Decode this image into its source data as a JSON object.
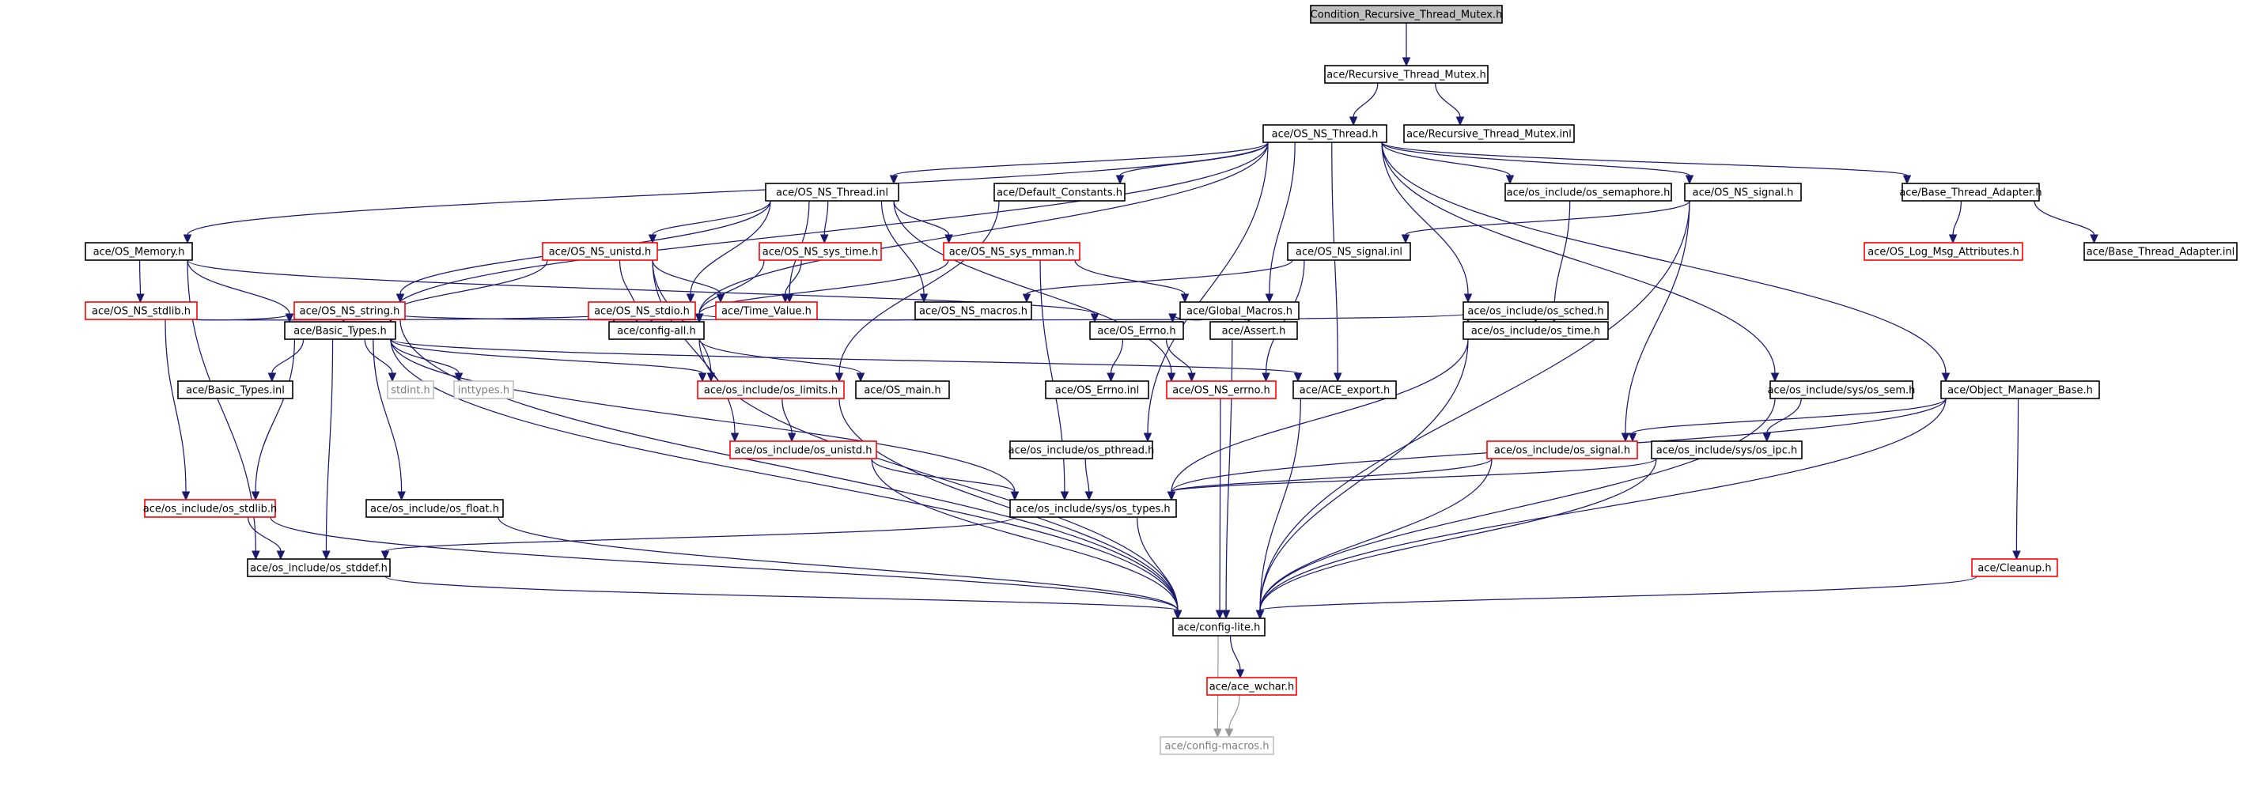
{
  "colors": {
    "edge": "#191970",
    "edge_light": "#9a9a9a",
    "box_black": "#000000",
    "box_red": "#ff0000",
    "box_gray": "#bfbfbf",
    "root_fill": "#bfbfbf"
  },
  "nodes": [
    {
      "id": "root",
      "label": "Condition_Recursive_Thread_Mutex.h",
      "kind": "root"
    },
    {
      "id": "rtm",
      "label": "ace/Recursive_Thread_Mutex.h",
      "kind": "black"
    },
    {
      "id": "nsthread",
      "label": "ace/OS_NS_Thread.h",
      "kind": "black"
    },
    {
      "id": "rtminl",
      "label": "ace/Recursive_Thread_Mutex.inl",
      "kind": "black"
    },
    {
      "id": "nsthreadinl",
      "label": "ace/OS_NS_Thread.inl",
      "kind": "black"
    },
    {
      "id": "defconst",
      "label": "ace/Default_Constants.h",
      "kind": "black"
    },
    {
      "id": "ossem",
      "label": "ace/os_include/os_semaphore.h",
      "kind": "black"
    },
    {
      "id": "nssignal",
      "label": "ace/OS_NS_signal.h",
      "kind": "black"
    },
    {
      "id": "bta",
      "label": "ace/Base_Thread_Adapter.h",
      "kind": "black"
    },
    {
      "id": "osmemory",
      "label": "ace/OS_Memory.h",
      "kind": "black"
    },
    {
      "id": "nsunistd",
      "label": "ace/OS_NS_unistd.h",
      "kind": "red"
    },
    {
      "id": "nssystime",
      "label": "ace/OS_NS_sys_time.h",
      "kind": "red"
    },
    {
      "id": "nssysmman",
      "label": "ace/OS_NS_sys_mman.h",
      "kind": "red"
    },
    {
      "id": "nssignalinl",
      "label": "ace/OS_NS_signal.inl",
      "kind": "black"
    },
    {
      "id": "logmsg",
      "label": "ace/OS_Log_Msg_Attributes.h",
      "kind": "red"
    },
    {
      "id": "btainl",
      "label": "ace/Base_Thread_Adapter.inl",
      "kind": "black"
    },
    {
      "id": "nsstdlib",
      "label": "ace/OS_NS_stdlib.h",
      "kind": "red"
    },
    {
      "id": "nsstring",
      "label": "ace/OS_NS_string.h",
      "kind": "red"
    },
    {
      "id": "nsstdio",
      "label": "ace/OS_NS_stdio.h",
      "kind": "red"
    },
    {
      "id": "timevalue",
      "label": "ace/Time_Value.h",
      "kind": "red"
    },
    {
      "id": "nsmacros",
      "label": "ace/OS_NS_macros.h",
      "kind": "black"
    },
    {
      "id": "globalmacros",
      "label": "ace/Global_Macros.h",
      "kind": "black"
    },
    {
      "id": "ossched",
      "label": "ace/os_include/os_sched.h",
      "kind": "black"
    },
    {
      "id": "basictypes",
      "label": "ace/Basic_Types.h",
      "kind": "black"
    },
    {
      "id": "configall",
      "label": "ace/config-all.h",
      "kind": "black"
    },
    {
      "id": "oserrno",
      "label": "ace/OS_Errno.h",
      "kind": "black"
    },
    {
      "id": "assert",
      "label": "ace/Assert.h",
      "kind": "black"
    },
    {
      "id": "ostime",
      "label": "ace/os_include/os_time.h",
      "kind": "black"
    },
    {
      "id": "basictypesinl",
      "label": "ace/Basic_Types.inl",
      "kind": "black"
    },
    {
      "id": "stdint",
      "label": "stdint.h",
      "kind": "gray"
    },
    {
      "id": "inttypes",
      "label": "inttypes.h",
      "kind": "gray"
    },
    {
      "id": "oslimits",
      "label": "ace/os_include/os_limits.h",
      "kind": "red"
    },
    {
      "id": "osmain",
      "label": "ace/OS_main.h",
      "kind": "black"
    },
    {
      "id": "oserrnoinl",
      "label": "ace/OS_Errno.inl",
      "kind": "black"
    },
    {
      "id": "nserrno",
      "label": "ace/OS_NS_errno.h",
      "kind": "red"
    },
    {
      "id": "aceexport",
      "label": "ace/ACE_export.h",
      "kind": "black"
    },
    {
      "id": "syssem",
      "label": "ace/os_include/sys/os_sem.h",
      "kind": "black"
    },
    {
      "id": "omb",
      "label": "ace/Object_Manager_Base.h",
      "kind": "black"
    },
    {
      "id": "osunistd",
      "label": "ace/os_include/os_unistd.h",
      "kind": "red"
    },
    {
      "id": "ospthread",
      "label": "ace/os_include/os_pthread.h",
      "kind": "black"
    },
    {
      "id": "ossignal",
      "label": "ace/os_include/os_signal.h",
      "kind": "red"
    },
    {
      "id": "sysipc",
      "label": "ace/os_include/sys/os_ipc.h",
      "kind": "black"
    },
    {
      "id": "osstdlib",
      "label": "ace/os_include/os_stdlib.h",
      "kind": "red"
    },
    {
      "id": "osfloat",
      "label": "ace/os_include/os_float.h",
      "kind": "black"
    },
    {
      "id": "systypes",
      "label": "ace/os_include/sys/os_types.h",
      "kind": "black"
    },
    {
      "id": "osstddef",
      "label": "ace/os_include/os_stddef.h",
      "kind": "black"
    },
    {
      "id": "cleanup",
      "label": "ace/Cleanup.h",
      "kind": "red"
    },
    {
      "id": "configlite",
      "label": "ace/config-lite.h",
      "kind": "black"
    },
    {
      "id": "acewchar",
      "label": "ace/ace_wchar.h",
      "kind": "red"
    },
    {
      "id": "configmacros",
      "label": "ace/config-macros.h",
      "kind": "gray"
    }
  ],
  "edges": [
    [
      "root",
      "rtm"
    ],
    [
      "rtm",
      "nsthread"
    ],
    [
      "rtm",
      "rtminl"
    ],
    [
      "nsthread",
      "nsthreadinl"
    ],
    [
      "nsthread",
      "defconst"
    ],
    [
      "nsthread",
      "ossem"
    ],
    [
      "nsthread",
      "nssignal"
    ],
    [
      "nsthread",
      "bta"
    ],
    [
      "nsthread",
      "osmemory"
    ],
    [
      "nsthread",
      "basictypes"
    ],
    [
      "nsthread",
      "configall"
    ],
    [
      "nsthread",
      "globalmacros"
    ],
    [
      "nsthread",
      "ossched"
    ],
    [
      "nsthread",
      "ospthread"
    ],
    [
      "nsthread",
      "aceexport"
    ],
    [
      "nsthread",
      "syssem"
    ],
    [
      "nsthread",
      "omb"
    ],
    [
      "nsthreadinl",
      "nsunistd"
    ],
    [
      "nsthreadinl",
      "nssystime"
    ],
    [
      "nsthreadinl",
      "nssysmman"
    ],
    [
      "nsthreadinl",
      "nsstring"
    ],
    [
      "nsthreadinl",
      "nsstdio"
    ],
    [
      "nsthreadinl",
      "timevalue"
    ],
    [
      "nsthreadinl",
      "nsmacros"
    ],
    [
      "nsthreadinl",
      "nserrno"
    ],
    [
      "defconst",
      "oslimits"
    ],
    [
      "ossem",
      "ostime"
    ],
    [
      "nssignal",
      "nssignalinl"
    ],
    [
      "nssignal",
      "ossignal"
    ],
    [
      "nssignal",
      "configlite"
    ],
    [
      "bta",
      "logmsg"
    ],
    [
      "bta",
      "btainl"
    ],
    [
      "osmemory",
      "nsstdlib"
    ],
    [
      "osmemory",
      "basictypes"
    ],
    [
      "osmemory",
      "oserrno"
    ],
    [
      "osmemory",
      "osstddef"
    ],
    [
      "nsunistd",
      "timevalue"
    ],
    [
      "nsunistd",
      "basictypes"
    ],
    [
      "nsunistd",
      "configall"
    ],
    [
      "nsunistd",
      "oslimits"
    ],
    [
      "nsunistd",
      "osunistd"
    ],
    [
      "nssystime",
      "timevalue"
    ],
    [
      "nssystime",
      "configall"
    ],
    [
      "nssysmman",
      "globalmacros"
    ],
    [
      "nssysmman",
      "configall"
    ],
    [
      "nssysmman",
      "systypes"
    ],
    [
      "nssignalinl",
      "nsmacros"
    ],
    [
      "nssignalinl",
      "nserrno"
    ],
    [
      "nsstdlib",
      "basictypes"
    ],
    [
      "nsstdlib",
      "configall"
    ],
    [
      "nsstdlib",
      "osstdlib"
    ],
    [
      "nsstring",
      "basictypes"
    ],
    [
      "nsstring",
      "configlite"
    ],
    [
      "nsstdio",
      "configall"
    ],
    [
      "timevalue",
      "basictypes"
    ],
    [
      "timevalue",
      "ostime"
    ],
    [
      "nsmacros",
      "configall"
    ],
    [
      "globalmacros",
      "oserrno"
    ],
    [
      "globalmacros",
      "assert"
    ],
    [
      "globalmacros",
      "configlite"
    ],
    [
      "ossched",
      "ostime"
    ],
    [
      "basictypes",
      "basictypesinl"
    ],
    [
      "basictypes",
      "stdint"
    ],
    [
      "basictypes",
      "inttypes"
    ],
    [
      "basictypes",
      "oslimits"
    ],
    [
      "basictypes",
      "aceexport"
    ],
    [
      "basictypes",
      "osfloat"
    ],
    [
      "basictypes",
      "osstdlib"
    ],
    [
      "basictypes",
      "osstddef"
    ],
    [
      "basictypes",
      "systypes"
    ],
    [
      "basictypes",
      "configlite"
    ],
    [
      "configall",
      "osmain"
    ],
    [
      "configall",
      "configlite"
    ],
    [
      "oserrno",
      "oserrnoinl"
    ],
    [
      "oserrno",
      "nserrno"
    ],
    [
      "ostime",
      "systypes"
    ],
    [
      "ostime",
      "configlite"
    ],
    [
      "oslimits",
      "osunistd"
    ],
    [
      "oslimits",
      "configlite"
    ],
    [
      "nserrno",
      "configlite"
    ],
    [
      "aceexport",
      "configlite"
    ],
    [
      "syssem",
      "sysipc"
    ],
    [
      "syssem",
      "configlite"
    ],
    [
      "omb",
      "ossignal"
    ],
    [
      "omb",
      "systypes"
    ],
    [
      "omb",
      "cleanup"
    ],
    [
      "omb",
      "configlite"
    ],
    [
      "osunistd",
      "systypes"
    ],
    [
      "osunistd",
      "configlite"
    ],
    [
      "ospthread",
      "systypes"
    ],
    [
      "ossignal",
      "systypes"
    ],
    [
      "ossignal",
      "configlite"
    ],
    [
      "sysipc",
      "systypes"
    ],
    [
      "sysipc",
      "configlite"
    ],
    [
      "osstdlib",
      "osstddef"
    ],
    [
      "osstdlib",
      "configlite"
    ],
    [
      "osfloat",
      "configlite"
    ],
    [
      "systypes",
      "osstddef"
    ],
    [
      "systypes",
      "configlite"
    ],
    [
      "osstddef",
      "configlite"
    ],
    [
      "cleanup",
      "configlite"
    ],
    [
      "configlite",
      "acewchar"
    ],
    [
      "configlite",
      "configmacros"
    ],
    [
      "acewchar",
      "configmacros"
    ]
  ]
}
